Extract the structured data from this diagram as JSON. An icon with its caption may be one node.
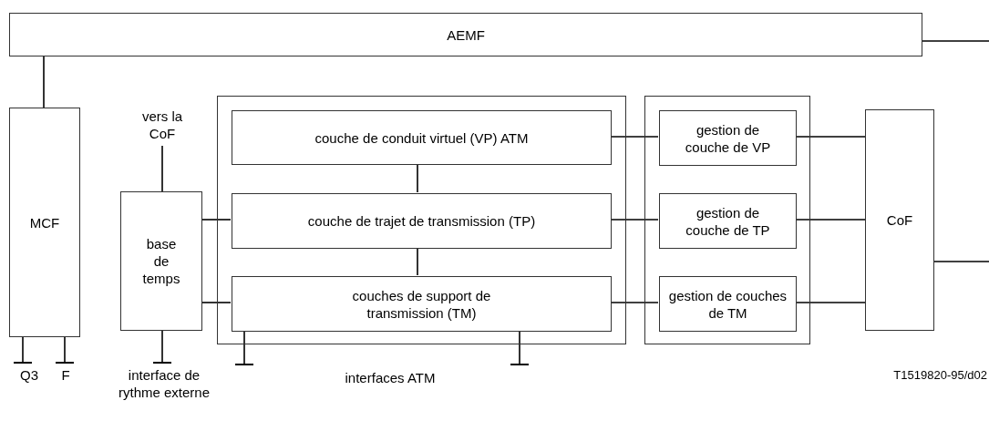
{
  "diagram": {
    "nodes": [
      {
        "text": [
          "AEMF"
        ]
      },
      {
        "text": [
          "MCF"
        ]
      },
      {
        "text": [
          "vers la CoF"
        ]
      },
      {
        "text": [
          "base de temps"
        ]
      },
      {
        "text": [],
        "shape": "box"
      },
      {
        "text": [
          "couche de conduit virtuel (VP) ATM"
        ],
        "in": 4
      },
      {
        "text": [
          "couche de trajet de transmission (TP)"
        ],
        "in": 4
      },
      {
        "text": [
          "couches de support de transmission (TM)"
        ],
        "in": 4
      },
      {
        "text": [],
        "shape": "box"
      },
      {
        "text": [
          "gestion de couche de VP"
        ],
        "in": 8
      },
      {
        "text": [
          "gestion de couche de TP"
        ],
        "in": 8
      },
      {
        "text": [
          "gestion de couches de TM"
        ],
        "in": 8
      },
      {
        "text": [
          "CoF"
        ]
      },
      {
        "text": [
          "Q3"
        ]
      },
      {
        "text": [
          "F"
        ]
      },
      {
        "text": [
          "interface de rythme externe"
        ]
      }
    ],
    "edges": [
      {
        "from": 0,
        "to": 1,
        "arrow": "none"
      },
      {
        "from": 0,
        "to": null,
        "arrow": "none"
      },
      {
        "from": 2,
        "to": 3,
        "arrow": "none"
      },
      {
        "from": 3,
        "to": 6,
        "arrow": "none"
      },
      {
        "from": 3,
        "to": 7,
        "arrow": "none"
      },
      {
        "from": 5,
        "to": 6,
        "arrow": "none"
      },
      {
        "from": 6,
        "to": 7,
        "arrow": "none"
      },
      {
        "from": 5,
        "to": 9,
        "arrow": "none"
      },
      {
        "from": 6,
        "to": 10,
        "arrow": "none"
      },
      {
        "from": 7,
        "to": 11,
        "arrow": "none"
      },
      {
        "from": 9,
        "to": 12,
        "arrow": "none"
      },
      {
        "from": 10,
        "to": 12,
        "arrow": "none"
      },
      {
        "from": 11,
        "to": 12,
        "arrow": "none"
      },
      {
        "from": 12,
        "to": null,
        "arrow": "none"
      },
      {
        "from": 1,
        "to": 13,
        "arrow": "other"
      },
      {
        "from": 1,
        "to": 14,
        "arrow": "other"
      },
      {
        "from": 3,
        "to": 15,
        "arrow": "other"
      },
      {
        "from": 7,
        "to": null,
        "arrow": "other"
      },
      {
        "from": 7,
        "to": null,
        "arrow": "other"
      }
    ],
    "labels": [
      "interfaces ATM",
      "T1519820-95/d02"
    ]
  }
}
